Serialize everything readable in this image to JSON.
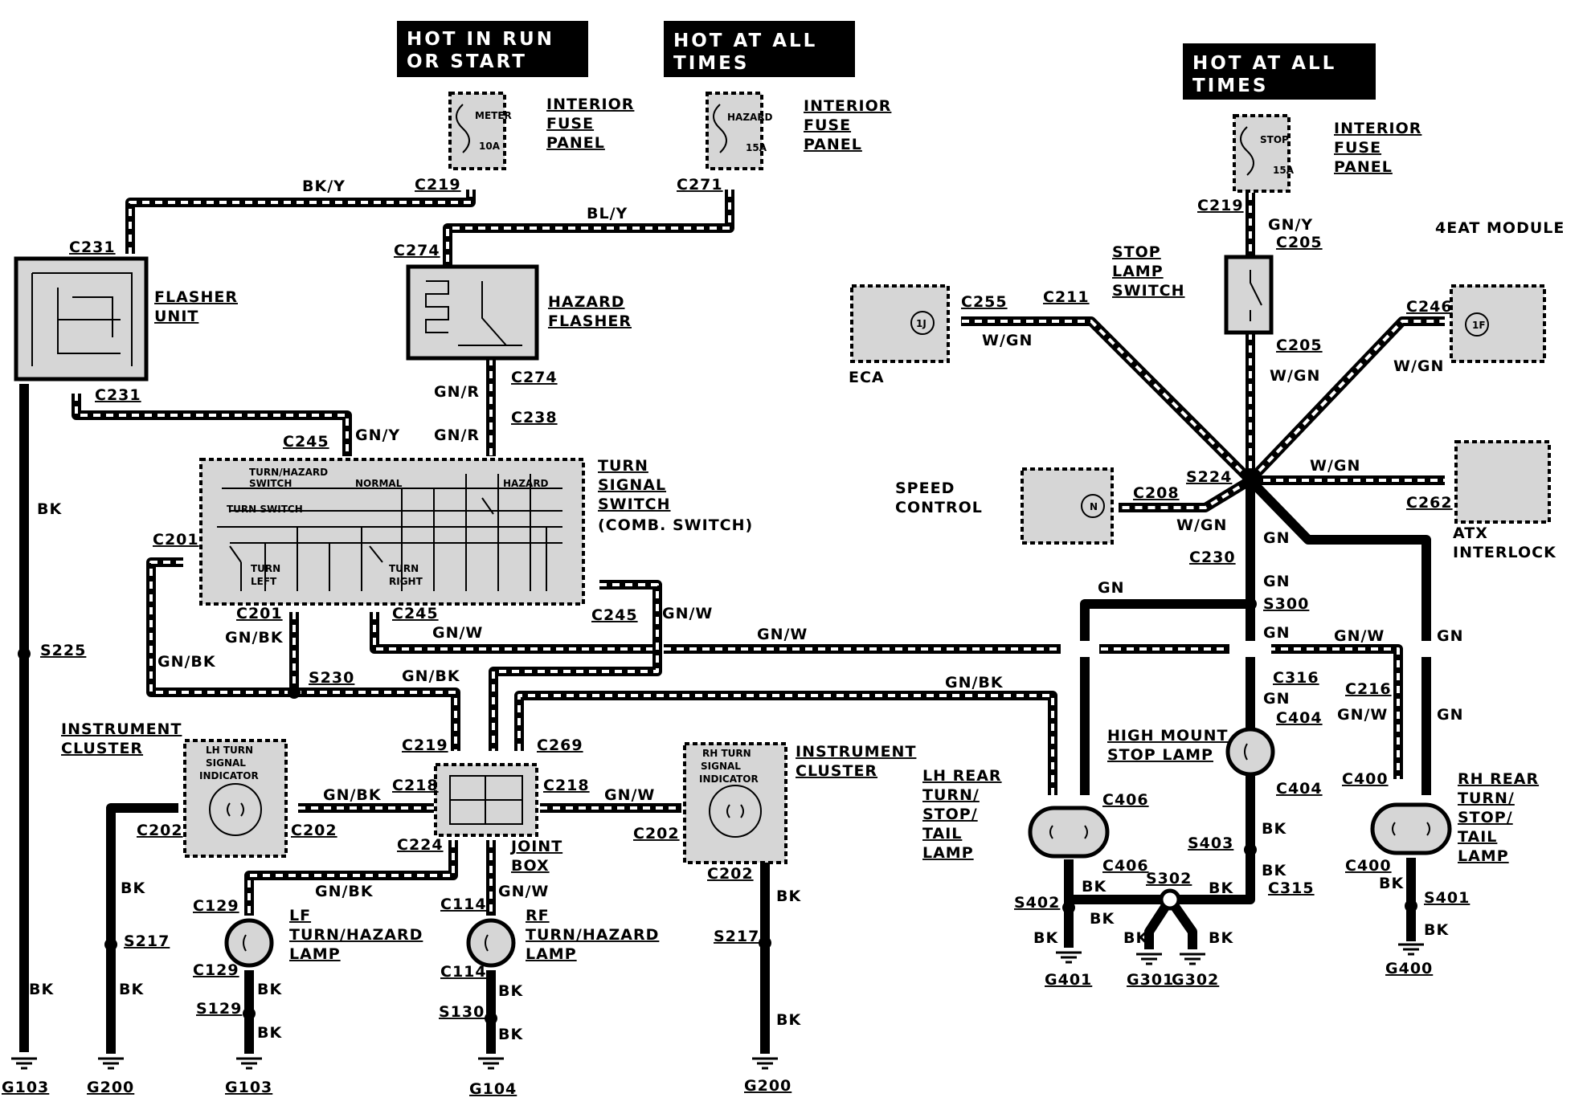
{
  "hot_boxes": {
    "run_start": [
      "HOT IN RUN",
      "OR START"
    ],
    "all_times_1": [
      "HOT AT ALL",
      "TIMES"
    ],
    "all_times_2": [
      "HOT AT ALL",
      "TIMES"
    ]
  },
  "components": {
    "fuse_meter": {
      "name": "METER",
      "rating": "10A",
      "label": [
        "INTERIOR",
        "FUSE",
        "PANEL"
      ]
    },
    "fuse_hazard": {
      "name": "HAZARD",
      "rating": "15A",
      "label": [
        "INTERIOR",
        "FUSE",
        "PANEL"
      ]
    },
    "fuse_stop": {
      "name": "STOP",
      "rating": "15A",
      "label": [
        "INTERIOR",
        "FUSE",
        "PANEL"
      ]
    },
    "flasher_unit": [
      "FLASHER",
      "UNIT"
    ],
    "hazard_flasher": [
      "HAZARD",
      "FLASHER"
    ],
    "turn_signal_switch": [
      "TURN",
      "SIGNAL",
      "SWITCH"
    ],
    "turn_signal_switch_note": "(COMB. SWITCH)",
    "switch_inner": {
      "turn_hazard": [
        "TURN/HAZARD",
        "SWITCH"
      ],
      "normal": "NORMAL",
      "hazard": "HAZARD",
      "turn_switch": "TURN SWITCH",
      "turn_left": [
        "TURN",
        "LEFT"
      ],
      "turn_right": [
        "TURN",
        "RIGHT"
      ]
    },
    "stop_lamp_switch": [
      "STOP",
      "LAMP",
      "SWITCH"
    ],
    "module_4eat": "4EAT MODULE",
    "eca": "ECA",
    "eca_pin": "1J",
    "module_pin": "1F",
    "speed_control": [
      "SPEED",
      "CONTROL"
    ],
    "speed_pin": "N",
    "atx_interlock": [
      "ATX",
      "INTERLOCK"
    ],
    "cluster_left": [
      "INSTRUMENT",
      "CLUSTER"
    ],
    "cluster_right": [
      "INSTRUMENT",
      "CLUSTER"
    ],
    "lh_indicator": [
      "LH TURN",
      "SIGNAL",
      "INDICATOR"
    ],
    "rh_indicator": [
      "RH TURN",
      "SIGNAL",
      "INDICATOR"
    ],
    "joint_box": [
      "JOINT",
      "BOX"
    ],
    "lf_lamp": [
      "LF",
      "TURN/HAZARD",
      "LAMP"
    ],
    "rf_lamp": [
      "RF",
      "TURN/HAZARD",
      "LAMP"
    ],
    "high_mount": [
      "HIGH MOUNT",
      "STOP LAMP"
    ],
    "lh_rear": [
      "LH REAR",
      "TURN/",
      "STOP/",
      "TAIL",
      "LAMP"
    ],
    "rh_rear": [
      "RH REAR",
      "TURN/",
      "STOP/",
      "TAIL",
      "LAMP"
    ]
  },
  "wires": {
    "bk_y": "BK/Y",
    "bl_y": "BL/Y",
    "gn_r": "GN/R",
    "gn_y": "GN/Y",
    "gn_bk": "GN/BK",
    "gn_w": "GN/W",
    "bk": "BK",
    "gn": "GN",
    "w_gn": "W/GN"
  },
  "connectors": {
    "c219": "C219",
    "c271": "C271",
    "c231": "C231",
    "c274": "C274",
    "c238": "C238",
    "c245": "C245",
    "c201": "C201",
    "c205": "C205",
    "c255": "C255",
    "c211": "C211",
    "c246": "C246",
    "c208": "C208",
    "c262": "C262",
    "c230": "C230",
    "c316": "C316",
    "c216": "C216",
    "c404": "C404",
    "c400": "C400",
    "c406": "C406",
    "c315": "C315",
    "c218": "C218",
    "c269": "C269",
    "c224": "C224",
    "c202": "C202",
    "c129": "C129",
    "c114": "C114"
  },
  "splices": {
    "s224": "S224",
    "s225": "S225",
    "s230": "S230",
    "s300": "S300",
    "s403": "S403",
    "s302": "S302",
    "s402": "S402",
    "s401": "S401",
    "s217": "S217",
    "s129": "S129",
    "s130": "S130"
  },
  "grounds": {
    "g103": "G103",
    "g200": "G200",
    "g104": "G104",
    "g401": "G401",
    "g301": "G301",
    "g302": "G302",
    "g400": "G400"
  }
}
